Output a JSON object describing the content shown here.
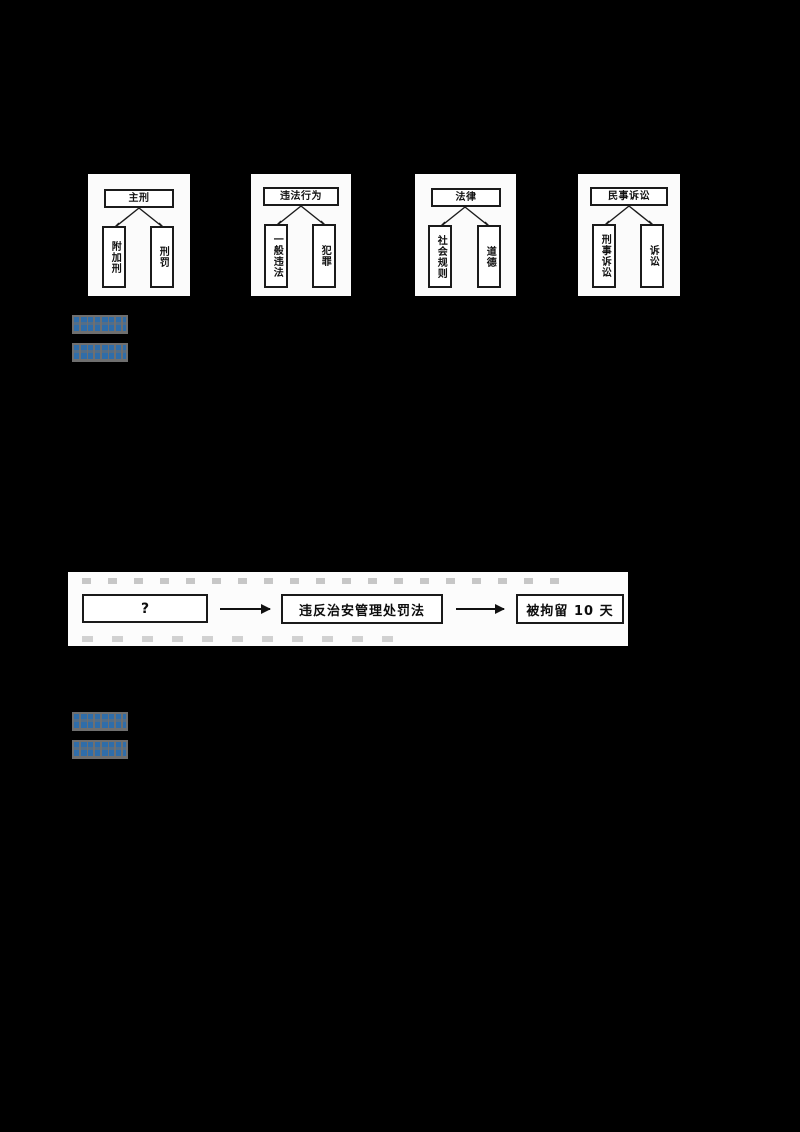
{
  "page": {
    "background_color": "#000000",
    "paper_color": "#fbfbfb",
    "ink_color": "#111111",
    "highlight_color": "#2f6da9"
  },
  "concept_maps": [
    {
      "id": "concept-map-1",
      "top": "主刑",
      "left": "附加刑",
      "right": "刑罚"
    },
    {
      "id": "concept-map-2",
      "top": "违法行为",
      "left": "一般违法",
      "right": "犯罪"
    },
    {
      "id": "concept-map-3",
      "top": "法律",
      "left": "社会规则",
      "right": "道德"
    },
    {
      "id": "concept-map-4",
      "top": "民事诉讼",
      "left": "刑事诉讼",
      "right": "诉讼"
    }
  ],
  "redactions": {
    "group_1": [
      {
        "id": "redaction-1a",
        "label": ""
      },
      {
        "id": "redaction-1b",
        "label": ""
      }
    ],
    "group_2": [
      {
        "id": "redaction-2a",
        "label": ""
      },
      {
        "id": "redaction-2b",
        "label": ""
      }
    ]
  },
  "flow_chart": {
    "id": "flow-chart-1",
    "steps": [
      {
        "id": "flow-step-1",
        "label": "?"
      },
      {
        "id": "flow-step-2",
        "label": "违反治安管理处罚法"
      },
      {
        "id": "flow-step-3",
        "label": "被拘留 10 天"
      }
    ],
    "arrows": [
      {
        "id": "flow-arrow-1"
      },
      {
        "id": "flow-arrow-2"
      }
    ]
  }
}
